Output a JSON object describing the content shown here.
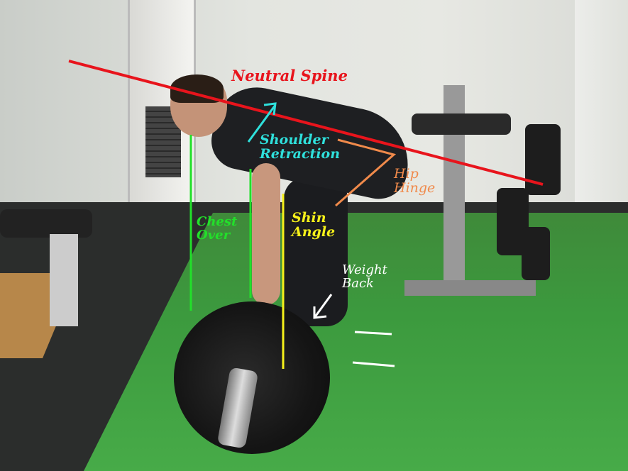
{
  "annotations": {
    "neutral_spine": {
      "label": "Neutral Spine",
      "color": "#e8141c"
    },
    "shoulder_retraction": {
      "line1": "Shoulder",
      "line2": "Retraction",
      "color": "#2fe0dc"
    },
    "hip_hinge": {
      "line1": "Hip",
      "line2": "Hinge",
      "color": "#f08a4b"
    },
    "chest_over": {
      "line1": "Chest",
      "line2": "Over",
      "color": "#22e02a"
    },
    "shin_angle": {
      "line1": "Shin",
      "line2": "Angle",
      "color": "#f5f01a"
    },
    "weight_back": {
      "line1": "Weight",
      "line2": "Back",
      "color": "#ffffff"
    }
  }
}
